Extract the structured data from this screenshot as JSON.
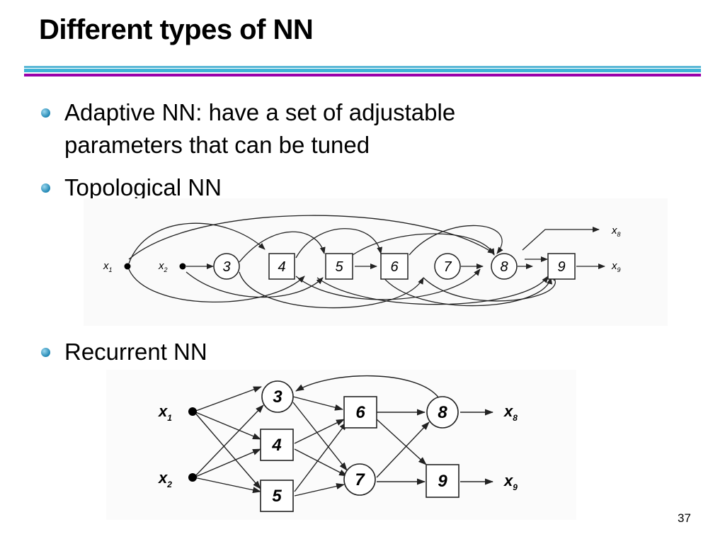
{
  "slide": {
    "title": "Different types of NN",
    "page_number": "37"
  },
  "bullets": [
    {
      "lines": [
        "Adaptive NN: have a set of adjustable",
        "parameters that can be tuned"
      ]
    },
    {
      "lines": [
        "Topological NN"
      ]
    },
    {
      "lines": [
        "Recurrent NN"
      ]
    }
  ],
  "topological_diagram": {
    "inputs": [
      {
        "name": "x",
        "sub": "1"
      },
      {
        "name": "x",
        "sub": "2"
      }
    ],
    "nodes": [
      "3",
      "4",
      "5",
      "6",
      "7",
      "8",
      "9"
    ],
    "outputs": [
      {
        "name": "x",
        "sub": "8"
      },
      {
        "name": "x",
        "sub": "9"
      }
    ]
  },
  "recurrent_diagram": {
    "inputs": [
      {
        "name": "x",
        "sub": "1"
      },
      {
        "name": "x",
        "sub": "2"
      }
    ],
    "nodes": [
      "3",
      "4",
      "5",
      "6",
      "7",
      "8",
      "9"
    ],
    "outputs": [
      {
        "name": "x",
        "sub": "8"
      },
      {
        "name": "x",
        "sub": "9"
      }
    ]
  },
  "colors": {
    "rule_cyan": "#3fb3d6",
    "rule_purple": "#9900aa",
    "bullet": "#1f86b3"
  }
}
